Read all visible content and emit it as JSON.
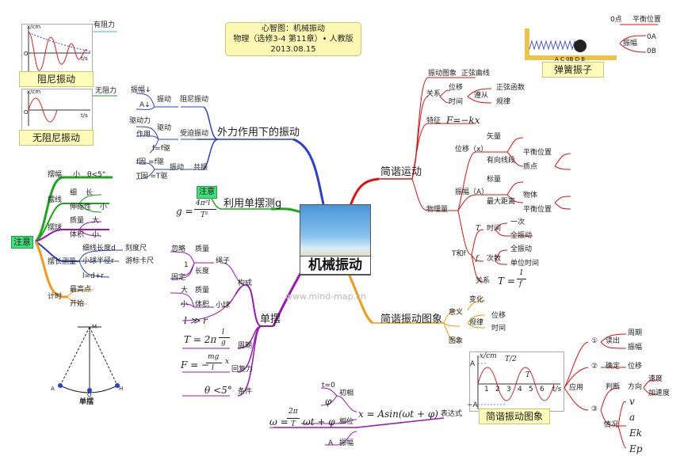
{
  "title": {
    "line1": "心智图：机械振动",
    "line2": "物理（选修3-4 第11章）• 人教版",
    "line3": "2013.08.15"
  },
  "center": {
    "label": "机械振动"
  },
  "watermark": "www.mind-map.cn",
  "damped": {
    "caption": "阻尼振动",
    "label": "有阻力",
    "axis_y": "x/cm",
    "axis_x": "t/s",
    "origin": "O"
  },
  "undamped": {
    "caption": "无阻尼振动",
    "label": "无阻力",
    "axis_y": "x/cm",
    "axis_x": "t/s",
    "origin": "O"
  },
  "spring": {
    "caption": "弹簧振子",
    "zero": "0点",
    "balance": "平衡位置",
    "amplitude": "振幅",
    "oa": "0A",
    "ob": "0B",
    "scale": "A  C   0B   D   B"
  },
  "forced": {
    "label": "外力作用下的振动",
    "damping": {
      "label": "阻尼振动",
      "cause": "振动",
      "items": [
        "振幅↓",
        "A↓"
      ]
    },
    "driven": {
      "label": "受迫振动",
      "cause": "驱动",
      "items": [
        "驱动力",
        "作用"
      ],
      "formula": "f=f驱"
    },
    "resonance": {
      "label": "共振",
      "cause": "振动",
      "items": [
        "f固 =f驱",
        "T固 =T驱"
      ]
    }
  },
  "pendulum_g": {
    "label": "利用单摆测g",
    "note": "注意",
    "formula_prefix": "g =",
    "num": "4π²l",
    "den": "T²"
  },
  "attention": {
    "label": "注意",
    "amp": {
      "label": "摆幅",
      "v1": "小",
      "v2": "θ<5°"
    },
    "line": {
      "label": "摆线",
      "a": "细",
      "b": "长",
      "c": "伸缩性",
      "d": "小"
    },
    "ball": {
      "label": "摆球",
      "a": "质量",
      "b": "大",
      "c": "体积",
      "d": "小"
    },
    "length": {
      "label": "摆长测量",
      "a": "细线长度d",
      "b": "刻度尺",
      "c": "小球半径r",
      "d": "游标卡尺",
      "e": "l=d+r"
    },
    "timing": {
      "label": "计时",
      "a": "最高点",
      "b": "开始"
    }
  },
  "simple_pendulum": {
    "label": "单摆",
    "build": "构成",
    "string": "绳子",
    "ball_node": "小球",
    "s1": "忽略",
    "s2": "质量",
    "s3": "1",
    "s4": "长度",
    "s5": "固定",
    "b1": "大",
    "b2": "质量",
    "b3": "小",
    "b4": "体积",
    "cond": "l ≫ r",
    "period": "周期",
    "restore": "回复力",
    "condition": "条件",
    "cond2": "θ <5°",
    "T_lhs": "T = 2π",
    "T_num": "l",
    "T_den": "g",
    "F_lhs": "F = −",
    "F_num": "mg",
    "F_den": "l",
    "F_tail": "x",
    "diagram_caption": "单摆",
    "pts": [
      "M",
      "A",
      "O",
      "H"
    ]
  },
  "shm": {
    "label": "简谐运动",
    "image": {
      "label": "振动图象",
      "v": "正弦曲线"
    },
    "relation": {
      "label": "关系",
      "a": "位移",
      "b": "时间",
      "c": "遵从",
      "d": "正弦函数",
      "e": "规律"
    },
    "feature": {
      "label": "特征",
      "v": "F=−kx"
    },
    "quantities": {
      "label": "物理量",
      "disp": {
        "label": "位移（x）",
        "a": "矢量",
        "b": "有向线段",
        "c": "平衡位置",
        "d": "质点"
      },
      "amp": {
        "label": "振幅（A）",
        "a": "标量",
        "b": "最大距离",
        "c": "物体",
        "d": "平衡位置"
      },
      "tf": {
        "label": "T和f",
        "T": "T",
        "f": "f",
        "a": "时间",
        "b": "一次",
        "c": "全振动",
        "d": "次数",
        "e": "全振动",
        "g": "单位时间",
        "rel": "关系",
        "rel_lhs": "T =",
        "rel_num": "1",
        "rel_den": "f"
      }
    }
  },
  "shm_graph": {
    "label": "简谐振动图象",
    "meaning": "意义",
    "change": "变化",
    "law": "规律",
    "pos": "位移",
    "time": "时间",
    "pic": "图象"
  },
  "graph_box": {
    "caption": "简谐振动图象",
    "ylabel": "x/cm",
    "xlabel": "t/s",
    "amp_pos": "A",
    "amp_neg": "−A",
    "T_half": "T/2",
    "T": "T",
    "ticks": [
      "1",
      "2",
      "3",
      "4",
      "5",
      "6"
    ]
  },
  "application": {
    "label": "应用",
    "c1": "①",
    "read": "读出",
    "period": "周期",
    "amp": "振幅",
    "c2": "②",
    "confirm": "确定",
    "disp": "位移",
    "c3": "③",
    "judge": "判断",
    "dir": "方向",
    "vel": "速度",
    "acc": "加速度",
    "situ": "情况",
    "v": "v",
    "a": "a",
    "ek": "Ek",
    "ep": "Ep"
  },
  "expression": {
    "label": "表达式",
    "main": "x = Asin(ωt + φ)",
    "init": "初相",
    "t0": "t=0",
    "phi": "φ",
    "phase": "相位",
    "phase_expr": "ωt + φ",
    "omega": "ω =",
    "omega_num": "2π",
    "omega_den": "T",
    "amp": "振幅",
    "A": "A"
  },
  "colors": {
    "blue": "#2b3fd6",
    "red": "#e01010",
    "green": "#1aa81a",
    "purple": "#9a16b8",
    "orange": "#f29a12",
    "cyan": "#37b7d6"
  }
}
